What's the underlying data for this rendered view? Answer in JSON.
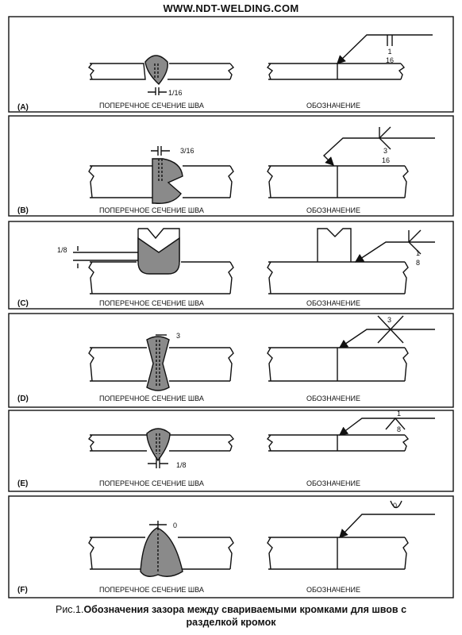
{
  "site": "WWW.NDT-WELDING.COM",
  "caption": {
    "label": "Рис.1.",
    "line1": "Обозначения зазора между свариваемыми кромками для швов с",
    "line2": "разделкой кромок"
  },
  "section_label": "ПОПЕРЕЧНОЕ СЕЧЕНИЕ ШВА",
  "symbol_label": "ОБОЗНАЧЕНИЕ",
  "panels": [
    {
      "letter": "(A)",
      "gap": "1/16",
      "sym_num": "1",
      "sym_den": "16"
    },
    {
      "letter": "(B)",
      "gap": "3/16",
      "sym_num": "3",
      "sym_den": "16"
    },
    {
      "letter": "(C)",
      "gap": "1/8",
      "sym_num": "1",
      "sym_den": "8"
    },
    {
      "letter": "(D)",
      "gap": "3",
      "sym_val": "3"
    },
    {
      "letter": "(E)",
      "gap": "1/8",
      "sym_num": "1",
      "sym_den": "8"
    },
    {
      "letter": "(F)",
      "gap": "0",
      "sym_val": "0"
    }
  ],
  "colors": {
    "weld": "#8a8a8a",
    "line": "#111111"
  }
}
